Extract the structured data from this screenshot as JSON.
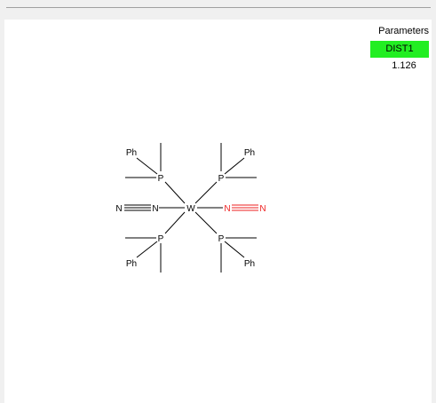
{
  "panel": {
    "title": "Parameters",
    "parameter_name": "DIST1",
    "parameter_value": "1.126"
  },
  "colors": {
    "highlight": "#22ee22",
    "selected_bond": "#ee2222",
    "bond": "#000000"
  },
  "molecule": {
    "atoms": {
      "metal": "W",
      "phosphorus": "P",
      "nitrogen": "N",
      "phenyl": "Ph"
    }
  }
}
